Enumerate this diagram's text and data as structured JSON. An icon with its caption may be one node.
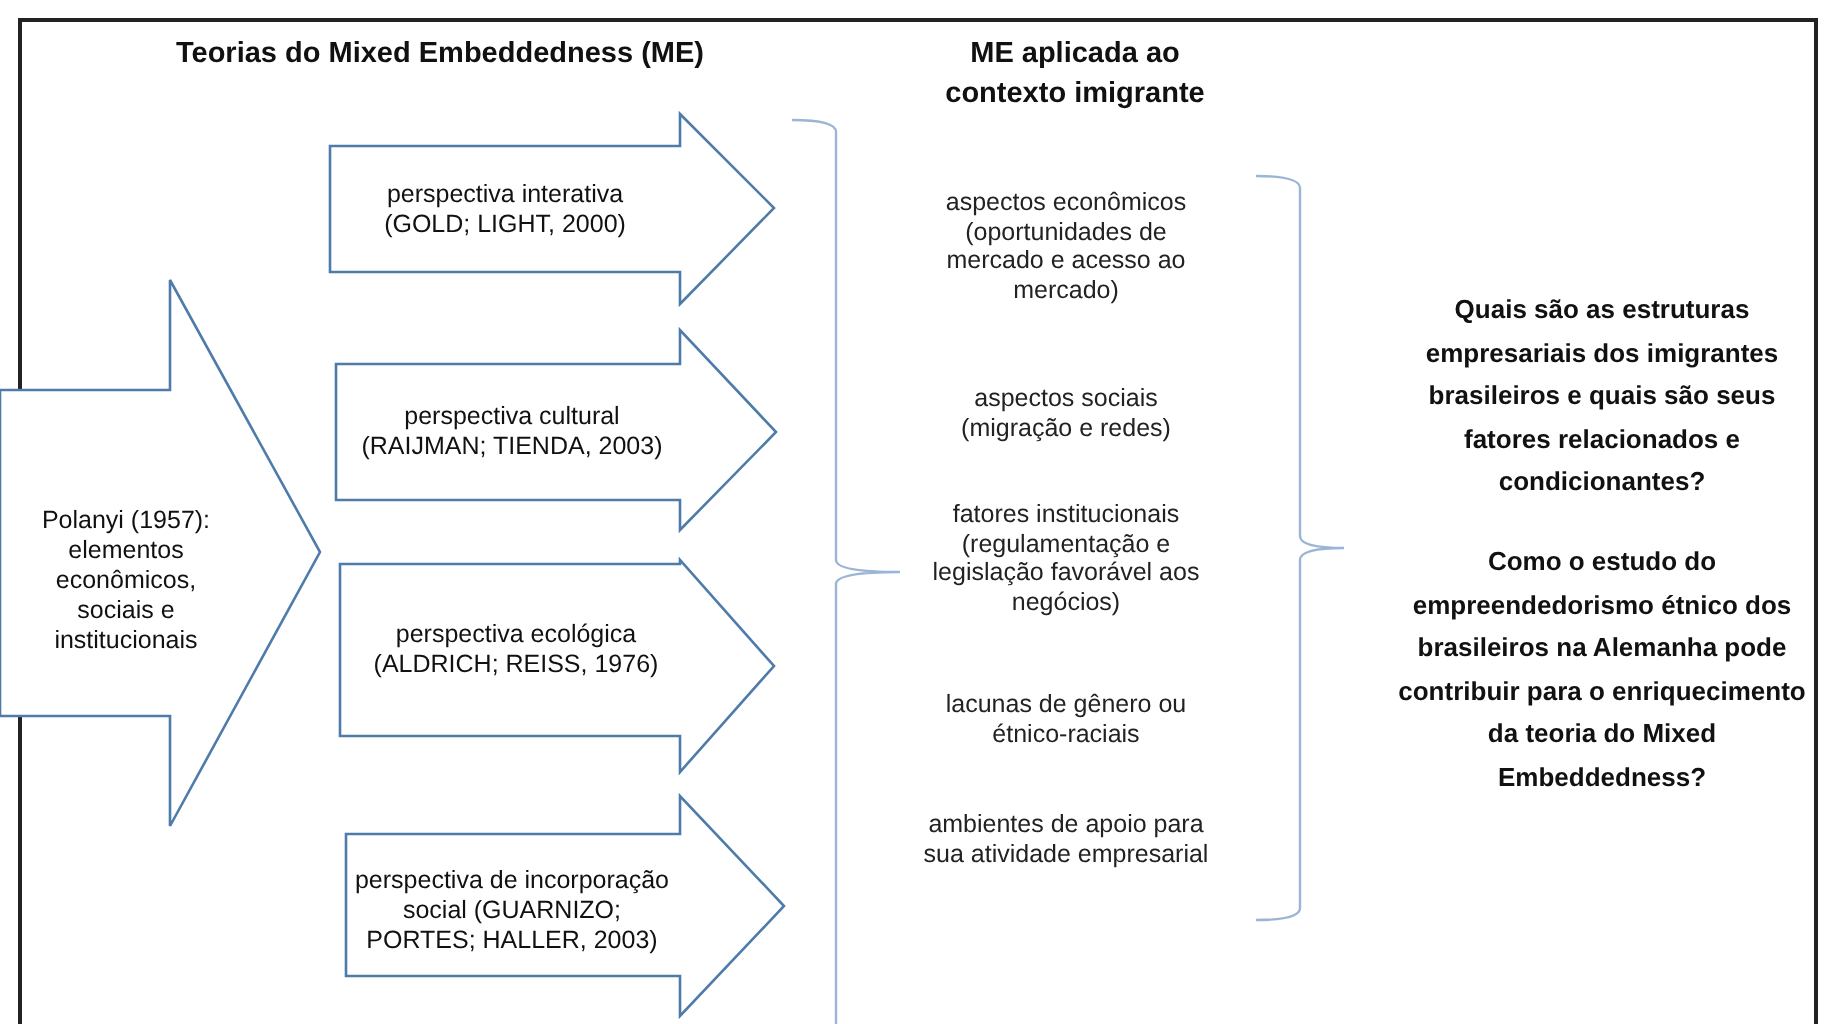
{
  "diagram": {
    "nodes": [
      {
        "text": [
          "Polanyi (1957): elementos econômicos, sociais e institucionais"
        ]
      },
      {
        "text": [
          "perspectiva interativa (GOLD; LIGHT, 2000)"
        ]
      },
      {
        "text": [
          "perspectiva cultural (RAIJMAN; TIENDA, 2003)"
        ]
      },
      {
        "text": [
          "perspectiva ecológica (ALDRICH; REISS, 1976)"
        ]
      },
      {
        "text": [
          "perspectiva de incorporação social (GUARNIZO; PORTES; HALLER, 2003)"
        ]
      }
    ],
    "labels": [
      "Teorias do Mixed Embeddedness  (ME)",
      "ME aplicada ao contexto imigrante",
      "aspectos econômicos (oportunidades de mercado e acesso ao mercado)",
      "aspectos sociais (migração e redes)",
      "fatores institucionais (regulamentação e legislação favorável aos negócios)",
      "lacunas de gênero ou étnico-raciais",
      "ambientes de apoio para sua atividade empresarial",
      "Quais são as estruturas empresariais dos imigrantes brasileiros e quais são seus fatores relacionados e condicionantes?",
      "Como o estudo do empreendedorismo étnico dos brasileiros na Alemanha pode contribuir para o enriquecimento da teoria do Mixed Embeddedness?"
    ]
  }
}
